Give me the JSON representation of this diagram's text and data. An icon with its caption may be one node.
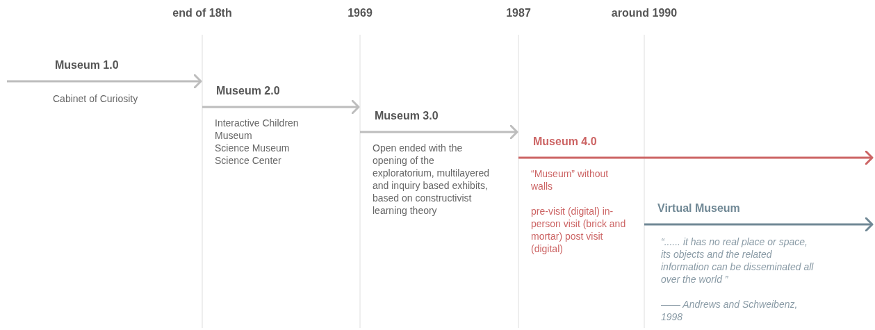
{
  "diagram": {
    "nodes": [
      {
        "text": [
          "Museum 1.0",
          "Cabinet of Curiosity"
        ]
      },
      {
        "text": [
          "Museum 2.0",
          "Interactive Children Museum",
          "Science Museum",
          "Science Center"
        ]
      },
      {
        "text": [
          "Museum 3.0",
          "Open ended  with the opening of the exploratorium, multilayered and inquiry based exhibits, based on constructivist learning theory"
        ]
      },
      {
        "text": [
          "Museum 4.0",
          "“Museum” without walls",
          "pre-visit (digital) in-person visit (brick and mortar) post visit (digital)"
        ]
      },
      {
        "text": [
          "Virtual Museum",
          "“...... it has no real place or space, its objects and the related information can be disseminated all over the world ”",
          "—— Andrews and Schweibenz, 1998"
        ]
      }
    ],
    "edges": [
      {
        "from": 0,
        "to": 1,
        "arrow": "to"
      },
      {
        "from": 1,
        "to": 2,
        "arrow": "to"
      },
      {
        "from": 2,
        "to": 3,
        "arrow": "to"
      },
      {
        "from": 3,
        "to": null,
        "arrow": "to",
        "color": "#cc6464"
      },
      {
        "from": 4,
        "to": null,
        "arrow": "to",
        "color": "#708895"
      }
    ],
    "labels": [
      "end of 18th",
      "1969",
      "1987",
      "around 1990"
    ]
  }
}
